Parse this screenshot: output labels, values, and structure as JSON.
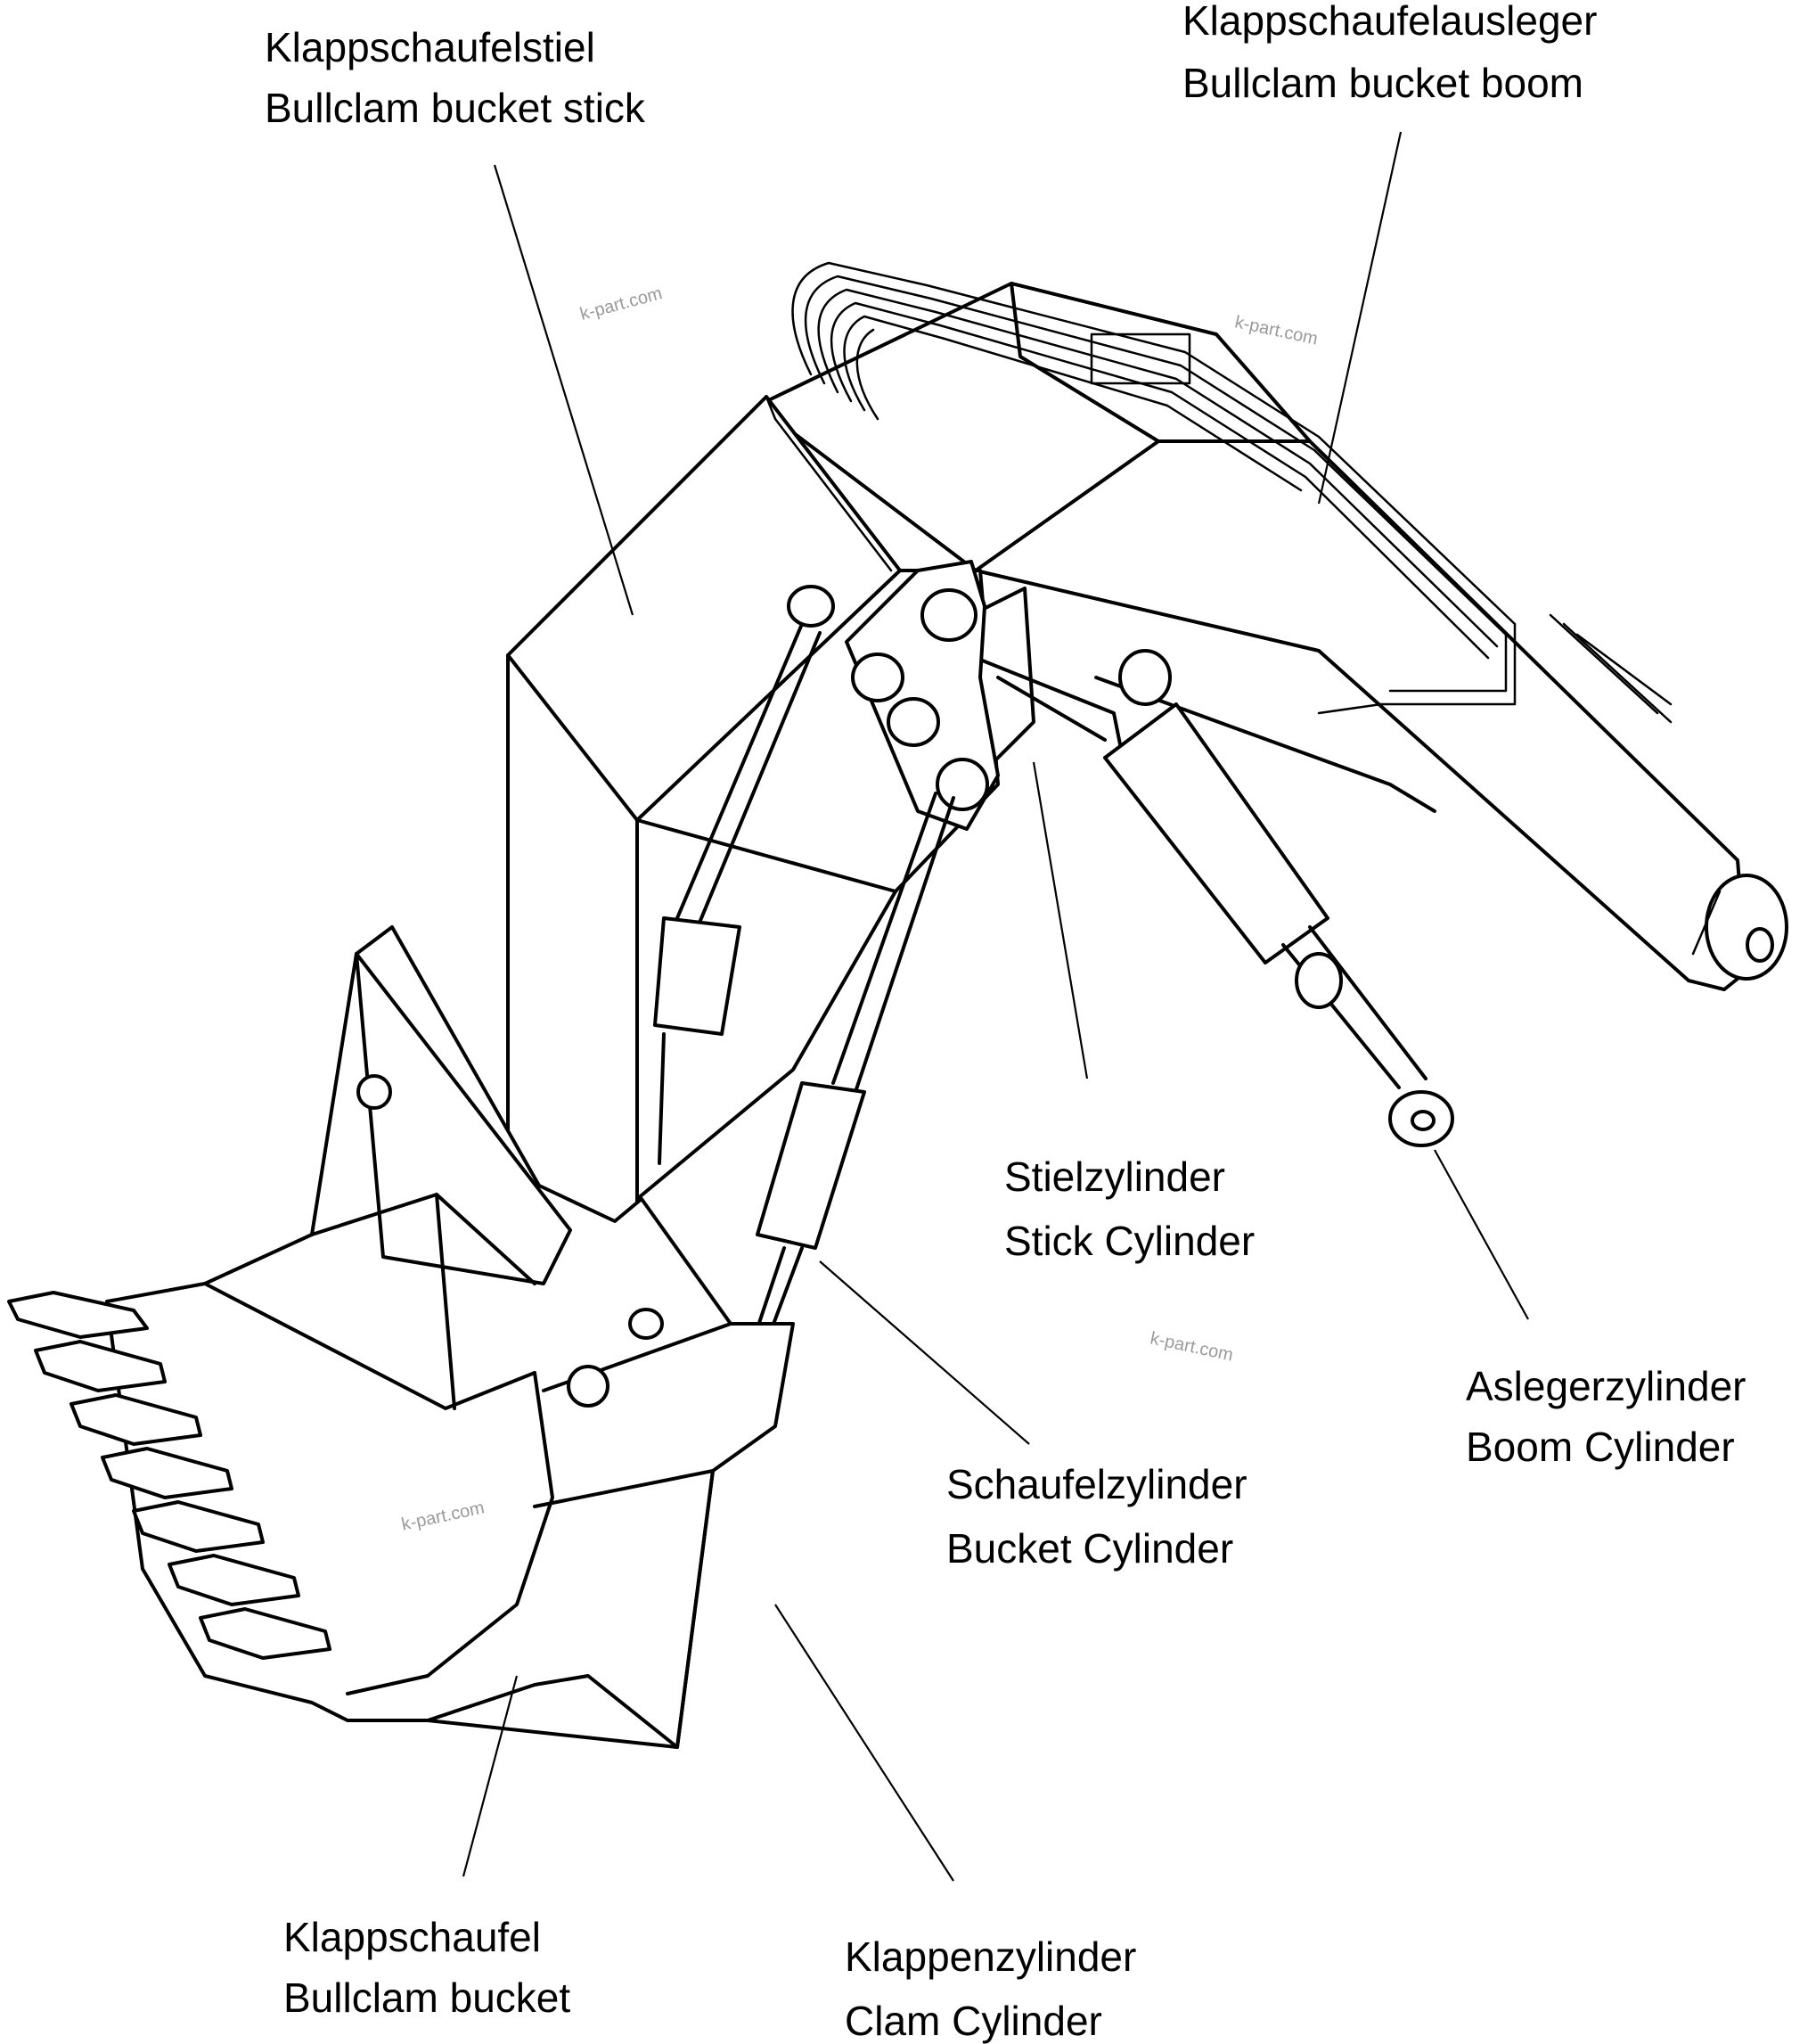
{
  "labels": {
    "stick": {
      "de": "Klappschaufelstiel",
      "en": "Bullclam bucket stick"
    },
    "boom": {
      "de": "Klappschaufelausleger",
      "en": "Bullclam bucket boom"
    },
    "stick_cylinder": {
      "de": "Stielzylinder",
      "en": "Stick Cylinder"
    },
    "boom_cylinder": {
      "de": "Aslegerzylinder",
      "en": "Boom Cylinder"
    },
    "bucket_cylinder": {
      "de": "Schaufelzylinder",
      "en": "Bucket Cylinder"
    },
    "bucket": {
      "de": "Klappschaufel",
      "en": "Bullclam bucket"
    },
    "clam_cylinder": {
      "de": "Klappenzylinder",
      "en": "Clam Cylinder"
    }
  },
  "watermark": "k-part.com"
}
